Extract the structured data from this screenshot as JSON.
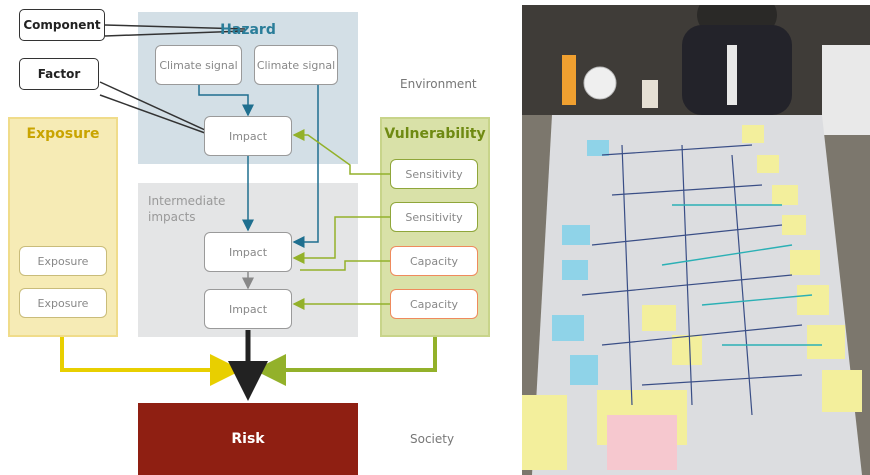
{
  "callouts": {
    "component": "Component",
    "factor": "Factor"
  },
  "hazard": {
    "title": "Hazard",
    "signal_1": "Climate signal",
    "signal_2": "Climate signal",
    "impact": "Impact"
  },
  "intermediate": {
    "title": "Intermediate impacts",
    "impact_1": "Impact",
    "impact_2": "Impact"
  },
  "exposure": {
    "title": "Exposure",
    "box_1": "Exposure",
    "box_2": "Exposure"
  },
  "vulnerability": {
    "title": "Vulnerability",
    "sensitivity_1": "Sensitivity",
    "sensitivity_2": "Sensitivity",
    "capacity_1": "Capacity",
    "capacity_2": "Capacity"
  },
  "labels": {
    "environment": "Environment",
    "society": "Society"
  },
  "risk": {
    "title": "Risk"
  },
  "colors": {
    "hazard_title": "#2a7d99",
    "exposure_title": "#c9a400",
    "vulnerability_title": "#6f8a12",
    "risk_fill": "#8f1f12",
    "exposure_arrow": "#e8cf00",
    "vulnerability_arrow": "#93b12a",
    "hazard_arrow": "#1f6f8f"
  }
}
